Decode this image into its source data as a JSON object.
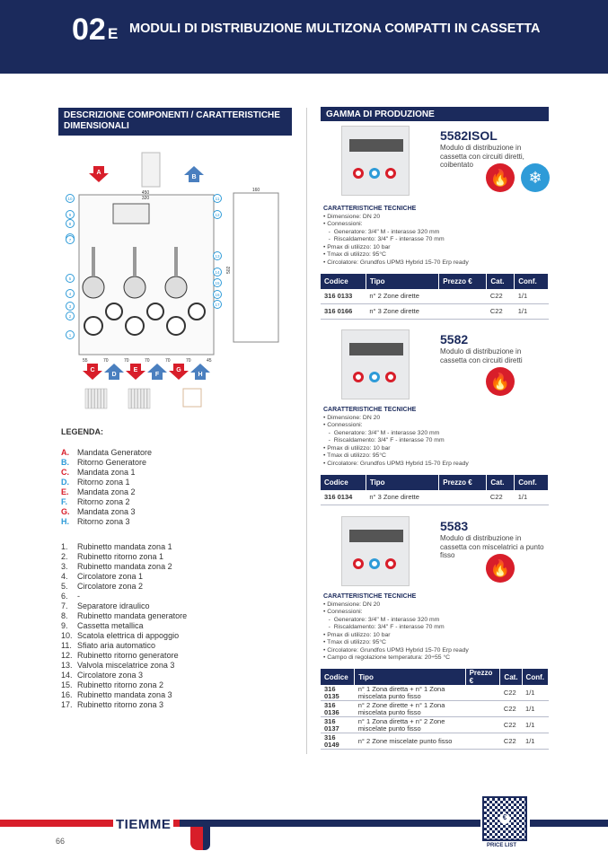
{
  "header": {
    "section_number": "02",
    "section_letter": "E",
    "title": "MODULI DI DISTRIBUZIONE MULTIZONA COMPATTI IN CASSETTA"
  },
  "left": {
    "heading": "DESCRIZIONE COMPONENTI / CARATTERISTICHE DIMENSIONALI",
    "diagram": {
      "arrows_top": [
        "A",
        "B"
      ],
      "arrows_bottom": [
        "C",
        "D",
        "E",
        "F",
        "G",
        "H"
      ],
      "dims": [
        "450",
        "320",
        "160",
        "502",
        "55",
        "70",
        "70",
        "70",
        "70",
        "70",
        "45"
      ],
      "callouts": [
        "1",
        "2",
        "3",
        "4",
        "5",
        "6",
        "7",
        "8",
        "9",
        "10",
        "11",
        "12",
        "13",
        "14",
        "15",
        "16",
        "17"
      ]
    },
    "legend_title": "LEGENDA:",
    "letters": [
      {
        "k": "A.",
        "t": "Mandata Generatore",
        "c": "red"
      },
      {
        "k": "B.",
        "t": "Ritorno Generatore",
        "c": "blue"
      },
      {
        "k": "C.",
        "t": "Mandata zona 1",
        "c": "red"
      },
      {
        "k": "D.",
        "t": "Ritorno zona 1",
        "c": "blue"
      },
      {
        "k": "E.",
        "t": "Mandata zona 2",
        "c": "red"
      },
      {
        "k": "F.",
        "t": "Ritorno zona 2",
        "c": "blue"
      },
      {
        "k": "G.",
        "t": "Mandata zona 3",
        "c": "red"
      },
      {
        "k": "H.",
        "t": "Ritorno zona 3",
        "c": "blue"
      }
    ],
    "numbers": [
      {
        "k": "1.",
        "t": "Rubinetto mandata zona 1"
      },
      {
        "k": "2.",
        "t": "Rubinetto ritorno zona 1"
      },
      {
        "k": "3.",
        "t": "Rubinetto mandata zona 2"
      },
      {
        "k": "4.",
        "t": "Circolatore zona 1"
      },
      {
        "k": "5.",
        "t": "Circolatore zona 2"
      },
      {
        "k": "6.",
        "t": "-"
      },
      {
        "k": "7.",
        "t": "Separatore idraulico"
      },
      {
        "k": "8.",
        "t": "Rubinetto mandata generatore"
      },
      {
        "k": "9.",
        "t": "Cassetta metallica"
      },
      {
        "k": "10.",
        "t": "Scatola elettrica di appoggio"
      },
      {
        "k": "11.",
        "t": "Sfiato aria automatico"
      },
      {
        "k": "12.",
        "t": "Rubinetto ritorno generatore"
      },
      {
        "k": "13.",
        "t": "Valvola miscelatrice zona 3"
      },
      {
        "k": "14.",
        "t": "Circolatore zona 3"
      },
      {
        "k": "15.",
        "t": "Rubinetto ritorno zona 2"
      },
      {
        "k": "16.",
        "t": "Rubinetto mandata zona 3"
      },
      {
        "k": "17.",
        "t": "Rubinetto ritorno zona 3"
      }
    ]
  },
  "right": {
    "heading": "GAMMA DI PRODUZIONE",
    "columns": [
      "Codice",
      "Tipo",
      "Prezzo €",
      "Cat.",
      "Conf."
    ],
    "specs_title": "CARATTERISTICHE TECNICHE",
    "products": [
      {
        "name": "5582ISOL",
        "desc": "Modulo di distribuzione in cassetta con circuiti diretti, coibentato",
        "icons": [
          "flame-icon",
          "snowflake-icon"
        ],
        "specs": [
          "• Dimensione: DN 20",
          "• Connessioni:",
          "   -  Generatore: 3/4\" M - interasse 320 mm",
          "   -  Riscaldamento: 3/4\" F - interasse 70 mm",
          "• Pmax di utilizzo: 10 bar",
          "• Tmax di utilizzo: 95°C",
          "• Circolatore: Grundfos UPM3 Hybrid 15-70 Erp ready"
        ],
        "rows": [
          [
            "316 0133",
            "n° 2 Zone dirette",
            "",
            "C22",
            "1/1"
          ],
          [
            "316 0166",
            "n° 3 Zone dirette",
            "",
            "C22",
            "1/1"
          ]
        ]
      },
      {
        "name": "5582",
        "desc": "Modulo di distribuzione in cassetta con circuiti diretti",
        "icons": [
          "flame-icon"
        ],
        "specs": [
          "• Dimensione: DN 20",
          "• Connessioni:",
          "   -  Generatore: 3/4\" M - interasse 320 mm",
          "   -  Riscaldamento: 3/4\" F - interasse 70 mm",
          "• Pmax di utilizzo: 10 bar",
          "• Tmax di utilizzo: 95°C",
          "• Circolatore: Grundfos UPM3 Hybrid 15-70 Erp ready"
        ],
        "rows": [
          [
            "316 0134",
            "n° 3 Zone dirette",
            "",
            "C22",
            "1/1"
          ]
        ]
      },
      {
        "name": "5583",
        "desc": "Modulo di distribuzione in cassetta con miscelatrici a punto fisso",
        "icons": [
          "flame-icon"
        ],
        "specs": [
          "• Dimensione: DN 20",
          "• Connessioni:",
          "   -  Generatore: 3/4\" M - interasse 320 mm",
          "   -  Riscaldamento: 3/4\" F - interasse 70 mm",
          "• Pmax di utilizzo: 10 bar",
          "• Tmax di utilizzo: 95°C",
          "• Circolatore: Grundfos UPM3 Hybrid 15-70 Erp ready",
          "• Campo di regolazione temperatura: 20÷55 °C"
        ],
        "rows": [
          [
            "316 0135",
            "n° 1 Zona diretta + n° 1 Zona miscelata punto fisso",
            "",
            "C22",
            "1/1"
          ],
          [
            "316 0136",
            "n° 2 Zone dirette + n° 1 Zona miscelata punto fisso",
            "",
            "C22",
            "1/1"
          ],
          [
            "316 0137",
            "n° 1 Zona diretta + n° 2 Zone miscelate punto fisso",
            "",
            "C22",
            "1/1"
          ],
          [
            "316 0149",
            "n° 2 Zone miscelate punto fisso",
            "",
            "C22",
            "1/1"
          ]
        ]
      }
    ]
  },
  "footer": {
    "page": "66",
    "brand": "TIEMME",
    "qr_label": "PRICE LIST",
    "colors": {
      "navy": "#1b2a5c",
      "red": "#d81e2a"
    }
  }
}
